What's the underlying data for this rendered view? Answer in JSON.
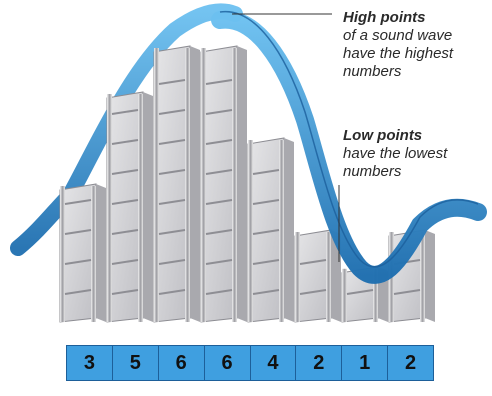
{
  "annotations": {
    "high": {
      "head": "High points",
      "lines": [
        "of a sound wave",
        "have the highest",
        "numbers"
      ]
    },
    "low": {
      "head": "Low points",
      "lines": [
        "have the lowest",
        "numbers"
      ]
    }
  },
  "samples": [
    3,
    5,
    6,
    6,
    4,
    2,
    1,
    2
  ],
  "colors": {
    "wave": "#3f9fe0",
    "wave_dark": "#1f6fb0",
    "strip": "#3f9fe0",
    "frame_metal": "#b8b8bc",
    "frame_glass": "#dcdcde"
  }
}
